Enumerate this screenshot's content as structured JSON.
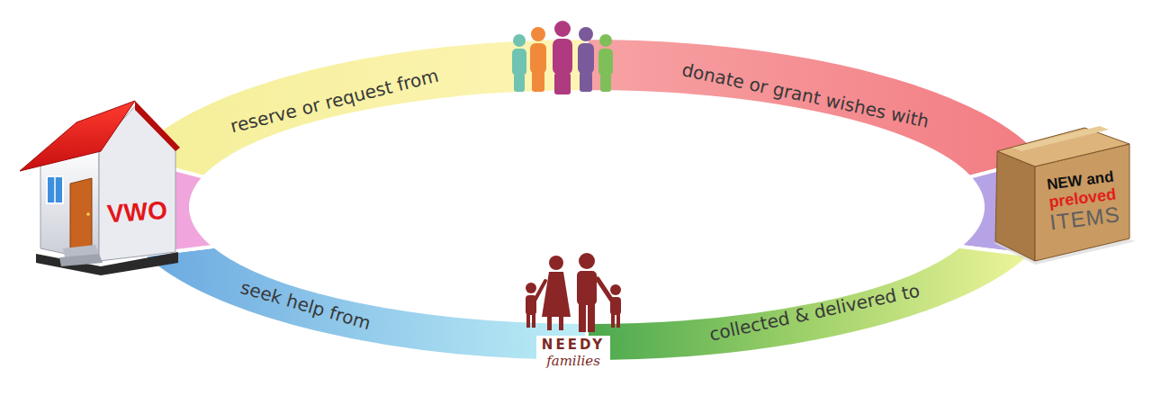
{
  "diagram": {
    "nodes": [
      {
        "text": [
          "reserve or request from"
        ]
      },
      {
        "text": [
          "donate or grant wishes with"
        ]
      },
      {
        "text": [
          "VWO"
        ]
      },
      {
        "text": [
          "NEW and",
          "preloved",
          "ITEMS"
        ]
      },
      {
        "text": [
          "seek help from"
        ]
      },
      {
        "text": [
          "NEEDY",
          "families"
        ]
      },
      {
        "text": [
          "collected & delivered to"
        ]
      }
    ]
  }
}
